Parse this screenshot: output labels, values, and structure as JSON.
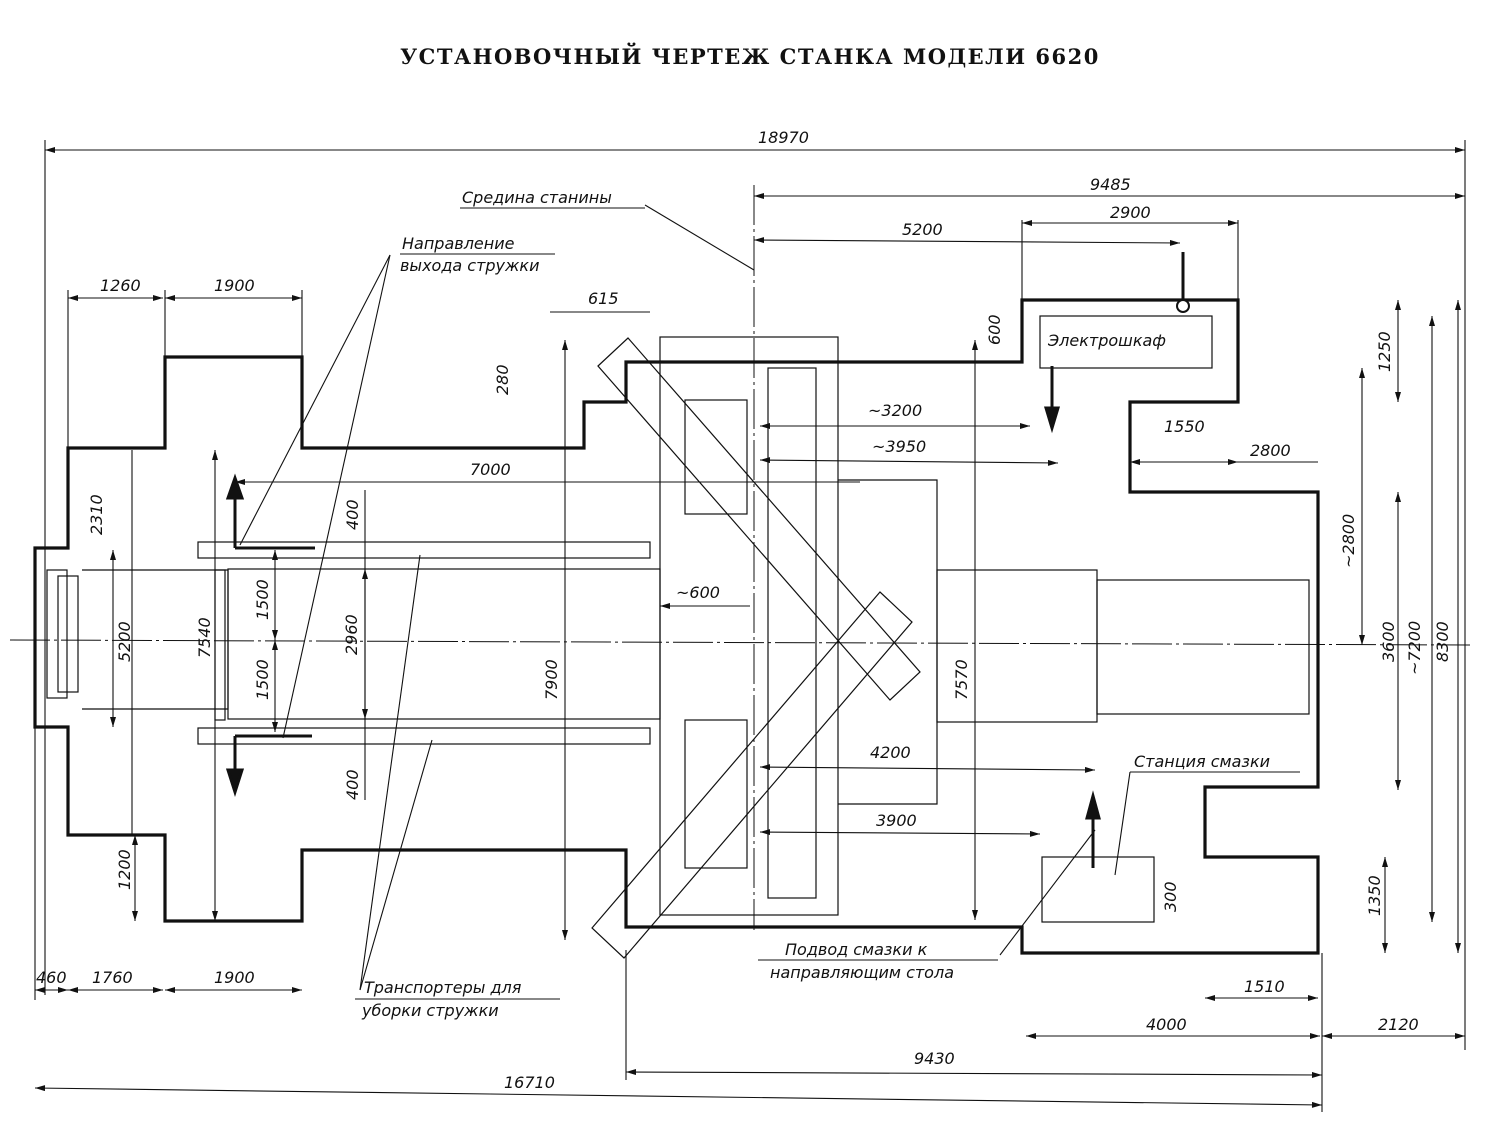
{
  "title": "УСТАНОВОЧНЫЙ ЧЕРТЕЖ СТАНКА МОДЕЛИ 6620",
  "labels": {
    "bed_middle": "Средина станины",
    "chip_direction_1": "Направление",
    "chip_direction_2": "выхода стружки",
    "electrical_cabinet": "Электрошкаф",
    "lube_station": "Станция смазки",
    "lube_supply_1": "Подвод смазки к",
    "lube_supply_2": "направляющим стола",
    "conveyors_1": "Транспортеры для",
    "conveyors_2": "уборки стружки"
  },
  "dimensions": {
    "overall_top": "18970",
    "d9485": "9485",
    "d5200_top": "5200",
    "d2900": "2900",
    "d1260": "1260",
    "d1900_top": "1900",
    "d615": "615",
    "d280": "280",
    "d600_v": "600",
    "d1250": "1250",
    "d3200": "~3200",
    "d3950": "~3950",
    "d1550": "1550",
    "d2800_h": "2800",
    "d7000": "7000",
    "d2310": "2310",
    "d400_top": "400",
    "d1500_a": "1500",
    "d1500_b": "1500",
    "d2960": "2960",
    "d5200_v": "5200",
    "d7540": "7540",
    "d600_h": "~600",
    "d7900": "7900",
    "d7570": "7570",
    "d2800_v": "~2800",
    "d3600": "3600",
    "d7200": "~7200",
    "d8300": "8300",
    "d400_bot": "400",
    "d4200": "4200",
    "d3900": "3900",
    "d1200": "1200",
    "d300": "300",
    "d1350": "1350",
    "d460": "460",
    "d1760": "1760",
    "d1900_bot": "1900",
    "d1510": "1510",
    "d4000": "4000",
    "d2120": "2120",
    "d9430": "9430",
    "d16710": "16710"
  }
}
